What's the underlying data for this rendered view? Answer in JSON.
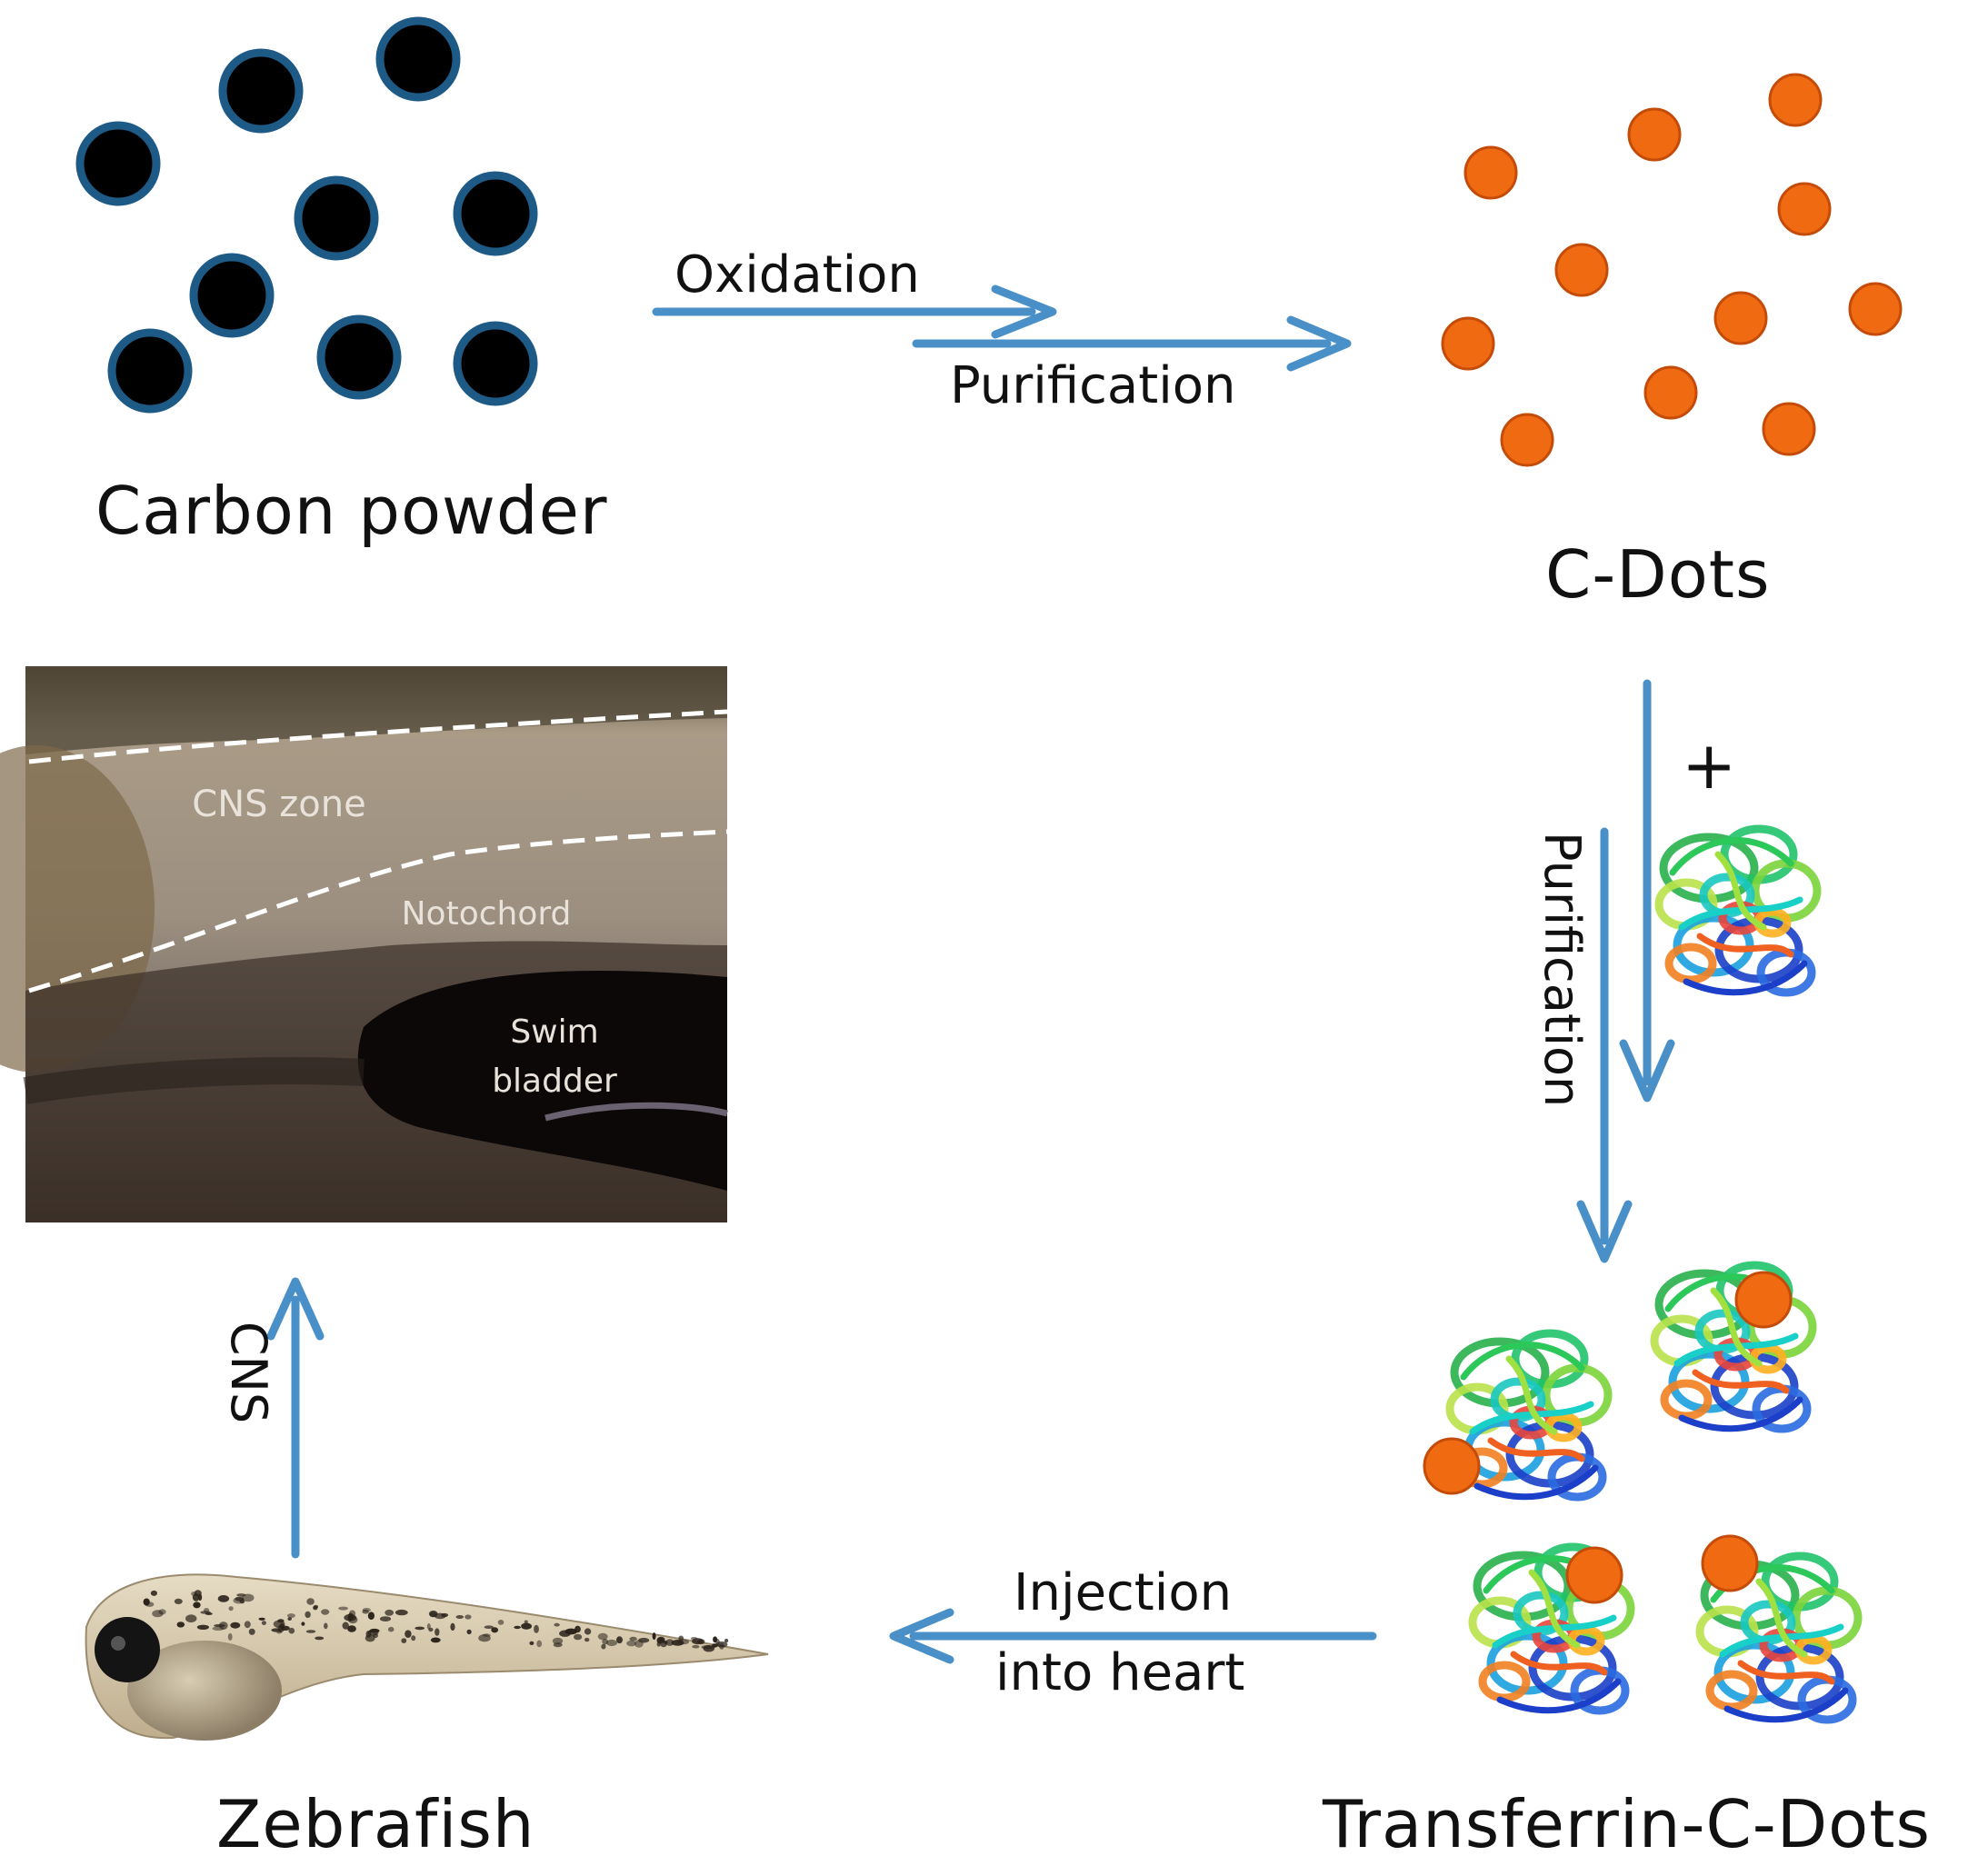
{
  "labels": {
    "carbon_powder": "Carbon powder",
    "c_dots": "C-Dots",
    "transferrin_c_dots": "Transferrin-C-Dots",
    "zebrafish": "Zebrafish"
  },
  "arrows": {
    "oxidation": "Oxidation",
    "purification_top": "Purification",
    "purification_right": "Purification",
    "plus": "+",
    "injection_line1": "Injection",
    "injection_line2": "into heart",
    "cns": "CNS"
  },
  "micrograph": {
    "cns_zone": "CNS zone",
    "notochord": "Notochord",
    "swim_line1": "Swim",
    "swim_line2": "bladder"
  },
  "colors": {
    "arrow": "#4a90c8",
    "carbon_fill": "#000000",
    "carbon_ring": "#1e5a86",
    "cdot_fill": "#f06a12",
    "cdot_ring": "#c44c08"
  }
}
